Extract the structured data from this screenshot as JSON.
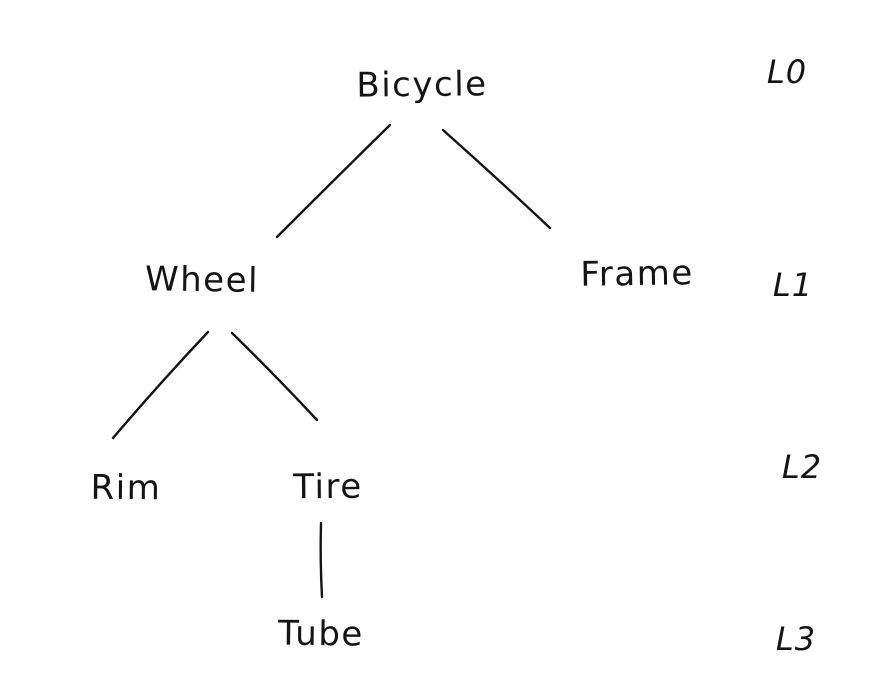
{
  "diagram": {
    "type": "tree",
    "style": "hand-drawn-sketch",
    "colors": {
      "ink": "#141414",
      "background": "#ffffff"
    },
    "nodes": [
      {
        "id": "bicycle",
        "label": "Bicycle",
        "level": "L0",
        "parent": null
      },
      {
        "id": "wheel",
        "label": "Wheel",
        "level": "L1",
        "parent": "bicycle"
      },
      {
        "id": "frame",
        "label": "Frame",
        "level": "L1",
        "parent": "bicycle"
      },
      {
        "id": "rim",
        "label": "Rim",
        "level": "L2",
        "parent": "wheel"
      },
      {
        "id": "tire",
        "label": "Tire",
        "level": "L2",
        "parent": "wheel"
      },
      {
        "id": "tube",
        "label": "Tube",
        "level": "L3",
        "parent": "tire"
      }
    ],
    "edges": [
      {
        "from": "bicycle",
        "to": "wheel"
      },
      {
        "from": "bicycle",
        "to": "frame"
      },
      {
        "from": "wheel",
        "to": "rim"
      },
      {
        "from": "wheel",
        "to": "tire"
      },
      {
        "from": "tire",
        "to": "tube"
      }
    ],
    "level_labels": [
      {
        "id": "l0",
        "label": "L0"
      },
      {
        "id": "l1",
        "label": "L1"
      },
      {
        "id": "l2",
        "label": "L2"
      },
      {
        "id": "l3",
        "label": "L3"
      }
    ]
  }
}
